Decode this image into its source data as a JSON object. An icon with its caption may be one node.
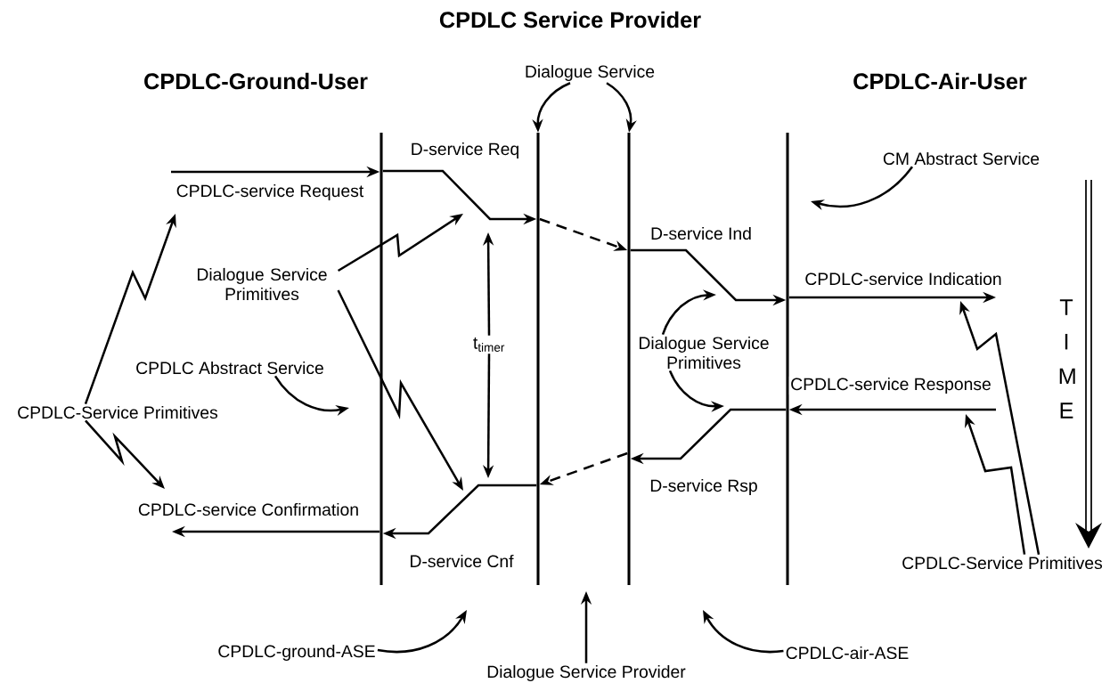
{
  "diagram": {
    "title": "CPDLC Service Provider",
    "nodes": [
      {
        "text": [],
        "shape": "bar"
      },
      {
        "text": [],
        "shape": "bar"
      },
      {
        "text": [],
        "shape": "bar"
      },
      {
        "text": [],
        "shape": "bar"
      },
      {
        "text": [
          "CPDLC-Service Primitives"
        ]
      },
      {
        "text": [
          "Dialogue Service Primitives"
        ]
      },
      {
        "text": [
          "CPDLC Abstract Service"
        ]
      },
      {
        "text": [
          "t$_{timer}$"
        ]
      },
      {
        "text": [
          "Dialogue Service"
        ]
      },
      {
        "text": [
          "Dialogue Service Primitives"
        ]
      },
      {
        "text": [
          "CM Abstract Service"
        ]
      },
      {
        "text": [
          "CPDLC-Service Primitives"
        ]
      },
      {
        "text": [
          "CPDLC-ground-ASE"
        ]
      },
      {
        "text": [
          "Dialogue Service Provider"
        ]
      },
      {
        "text": [
          "CPDLC-air-ASE"
        ]
      }
    ],
    "edges": [
      {
        "from": null,
        "to": 0,
        "arrow": "to",
        "label": "CPDLC-service Request"
      },
      {
        "from": 0,
        "to": 1,
        "arrow": "to",
        "label": "D-service Req"
      },
      {
        "from": 1,
        "to": 2,
        "arrow": "to",
        "style": "dashed"
      },
      {
        "from": 2,
        "to": 3,
        "arrow": "to",
        "label": "D-service Ind"
      },
      {
        "from": 3,
        "to": null,
        "arrow": "to",
        "label": "CPDLC-service Indication"
      },
      {
        "from": null,
        "to": 3,
        "arrow": "to",
        "label": "CPDLC-service Response"
      },
      {
        "from": 3,
        "to": 2,
        "arrow": "to",
        "label": "D-service Rsp"
      },
      {
        "from": 2,
        "to": 1,
        "arrow": "to",
        "style": "dashed"
      },
      {
        "from": 1,
        "to": 0,
        "arrow": "to",
        "label": "D-service Cnf"
      },
      {
        "from": 0,
        "to": null,
        "arrow": "to",
        "label": "CPDLC-service Confirmation"
      },
      {
        "from": 4,
        "to": null,
        "arrow": "to"
      },
      {
        "from": 4,
        "to": null,
        "arrow": "to"
      },
      {
        "from": 5,
        "to": null,
        "arrow": "to"
      },
      {
        "from": 5,
        "to": null,
        "arrow": "to"
      },
      {
        "from": 6,
        "to": null,
        "arrow": "to"
      },
      {
        "from": 7,
        "to": null,
        "arrow": "to"
      },
      {
        "from": 7,
        "to": null,
        "arrow": "to"
      },
      {
        "from": 8,
        "to": 1,
        "arrow": "to"
      },
      {
        "from": 8,
        "to": 2,
        "arrow": "to"
      },
      {
        "from": 9,
        "to": null,
        "arrow": "to"
      },
      {
        "from": 9,
        "to": null,
        "arrow": "to"
      },
      {
        "from": 10,
        "to": null,
        "arrow": "to"
      },
      {
        "from": 11,
        "to": null,
        "arrow": "to"
      },
      {
        "from": 11,
        "to": null,
        "arrow": "to"
      },
      {
        "from": 12,
        "to": null,
        "arrow": "to"
      },
      {
        "from": 13,
        "to": null,
        "arrow": "to"
      },
      {
        "from": 14,
        "to": null,
        "arrow": "to"
      }
    ],
    "labels": [
      "CPDLC-Ground-User",
      "CPDLC-Air-User",
      "T I M E"
    ]
  }
}
